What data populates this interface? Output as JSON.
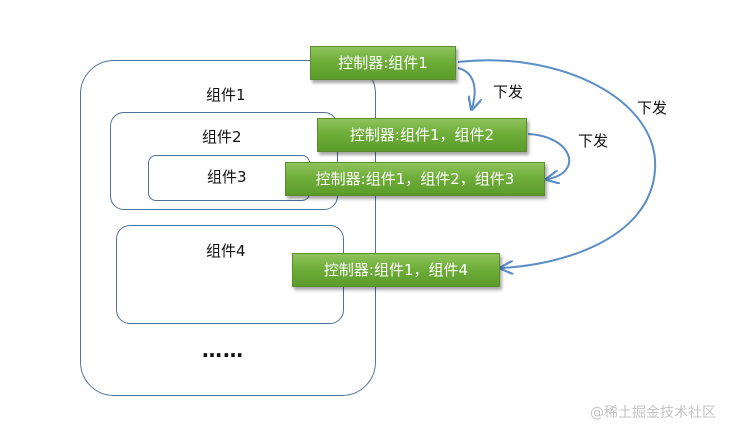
{
  "components": {
    "c1": "组件1",
    "c2": "组件2",
    "c3": "组件3",
    "c4": "组件4",
    "ellipsis": "……"
  },
  "controllers": {
    "ctrl1": "控制器:组件1",
    "ctrl12": "控制器:组件1，组件2",
    "ctrl123": "控制器:组件1，组件2，组件3",
    "ctrl14": "控制器:组件1，组件4"
  },
  "arrows": {
    "a1": "下发",
    "a2": "下发",
    "a3": "下发"
  },
  "colors": {
    "box_border": "#4f7399",
    "arrow": "#5b8ec7",
    "controller_fill": "#6fae3a"
  },
  "watermark": "@稀土掘金技术社区"
}
